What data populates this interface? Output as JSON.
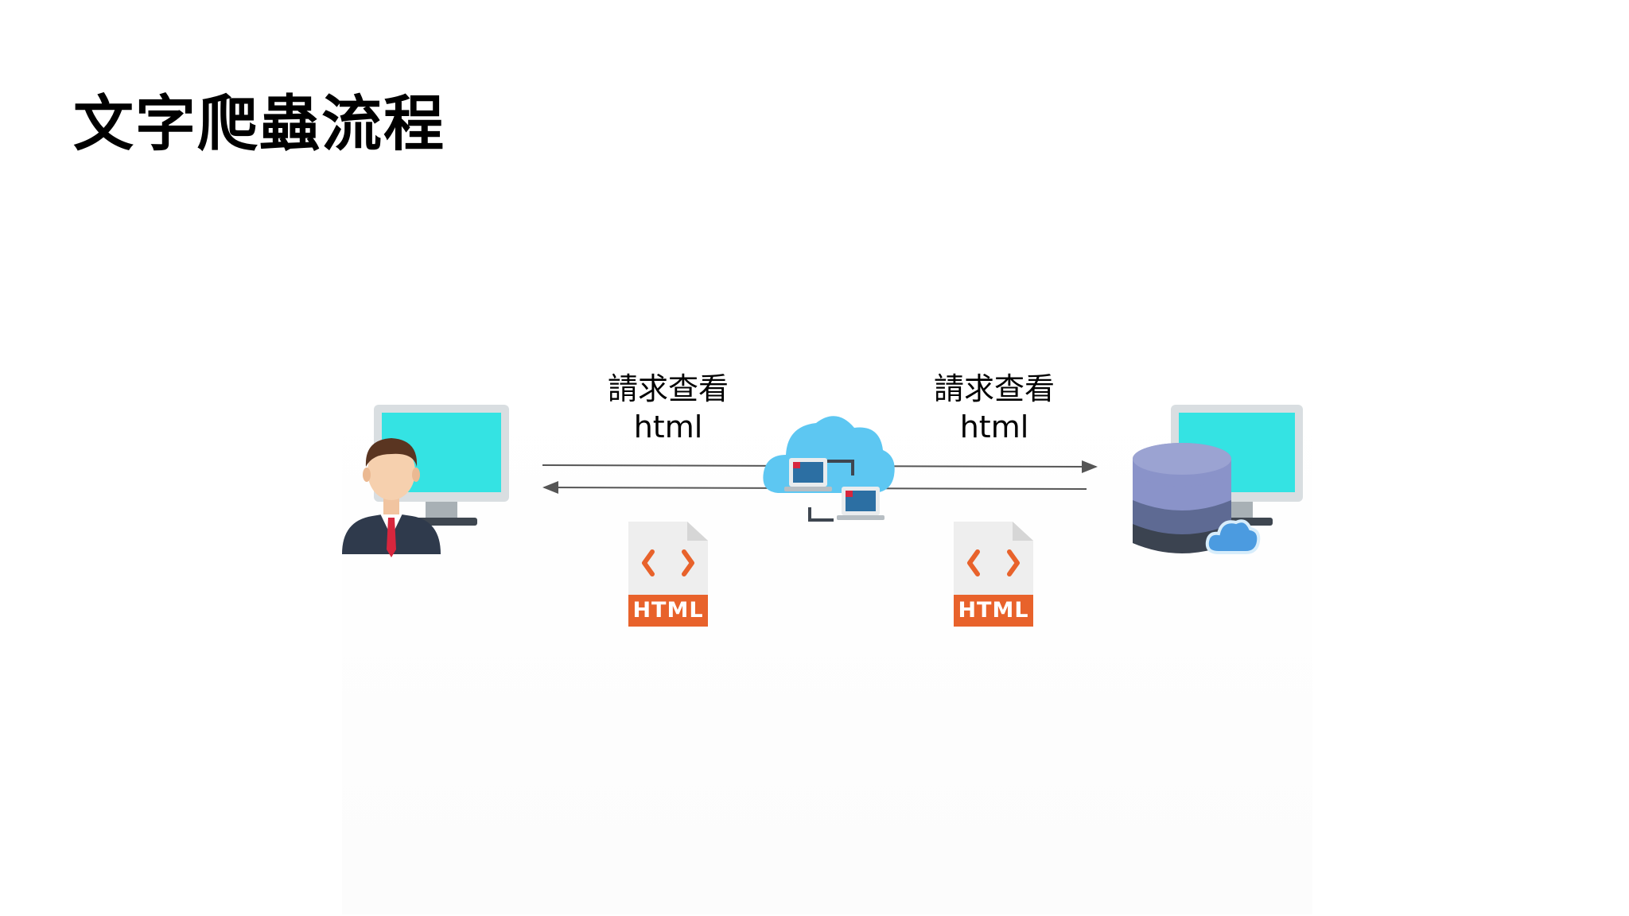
{
  "slide": {
    "title": "文字爬蟲流程"
  },
  "flows": {
    "left_label": {
      "line1": "請求查看",
      "line2": "html"
    },
    "right_label": {
      "line1": "請求查看",
      "line2": "html"
    }
  },
  "badges": {
    "left": "HTML",
    "right": "HTML"
  },
  "icons": {
    "user": "user-at-computer-icon",
    "cloud": "cloud-network-icon",
    "server": "database-server-icon",
    "file": "html-file-icon"
  },
  "colors": {
    "screen": "#34E3E3",
    "html_orange": "#E8622B",
    "cloud_blue": "#5DC7F2",
    "db_top": "#8A93C9",
    "db_mid": "#5E6A93",
    "db_bottom": "#3B4350"
  }
}
